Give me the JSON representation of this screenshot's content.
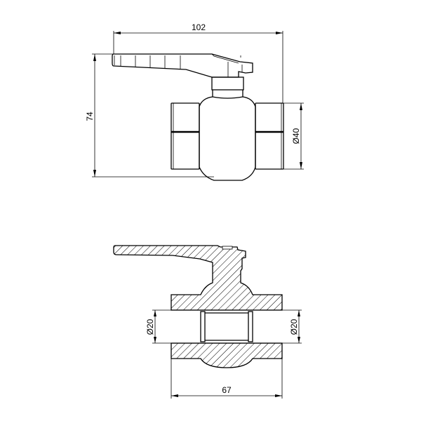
{
  "drawing": {
    "title": "Ball valve technical drawing",
    "views": [
      "side-view",
      "section-view"
    ],
    "line_color": "#000000",
    "background": "#ffffff"
  },
  "dimensions": {
    "overall_length": "102",
    "overall_height": "74",
    "outer_diameter": "Ø40",
    "inner_diameter_left": "Ø20",
    "inner_diameter_right": "Ø20",
    "body_length": "67"
  }
}
